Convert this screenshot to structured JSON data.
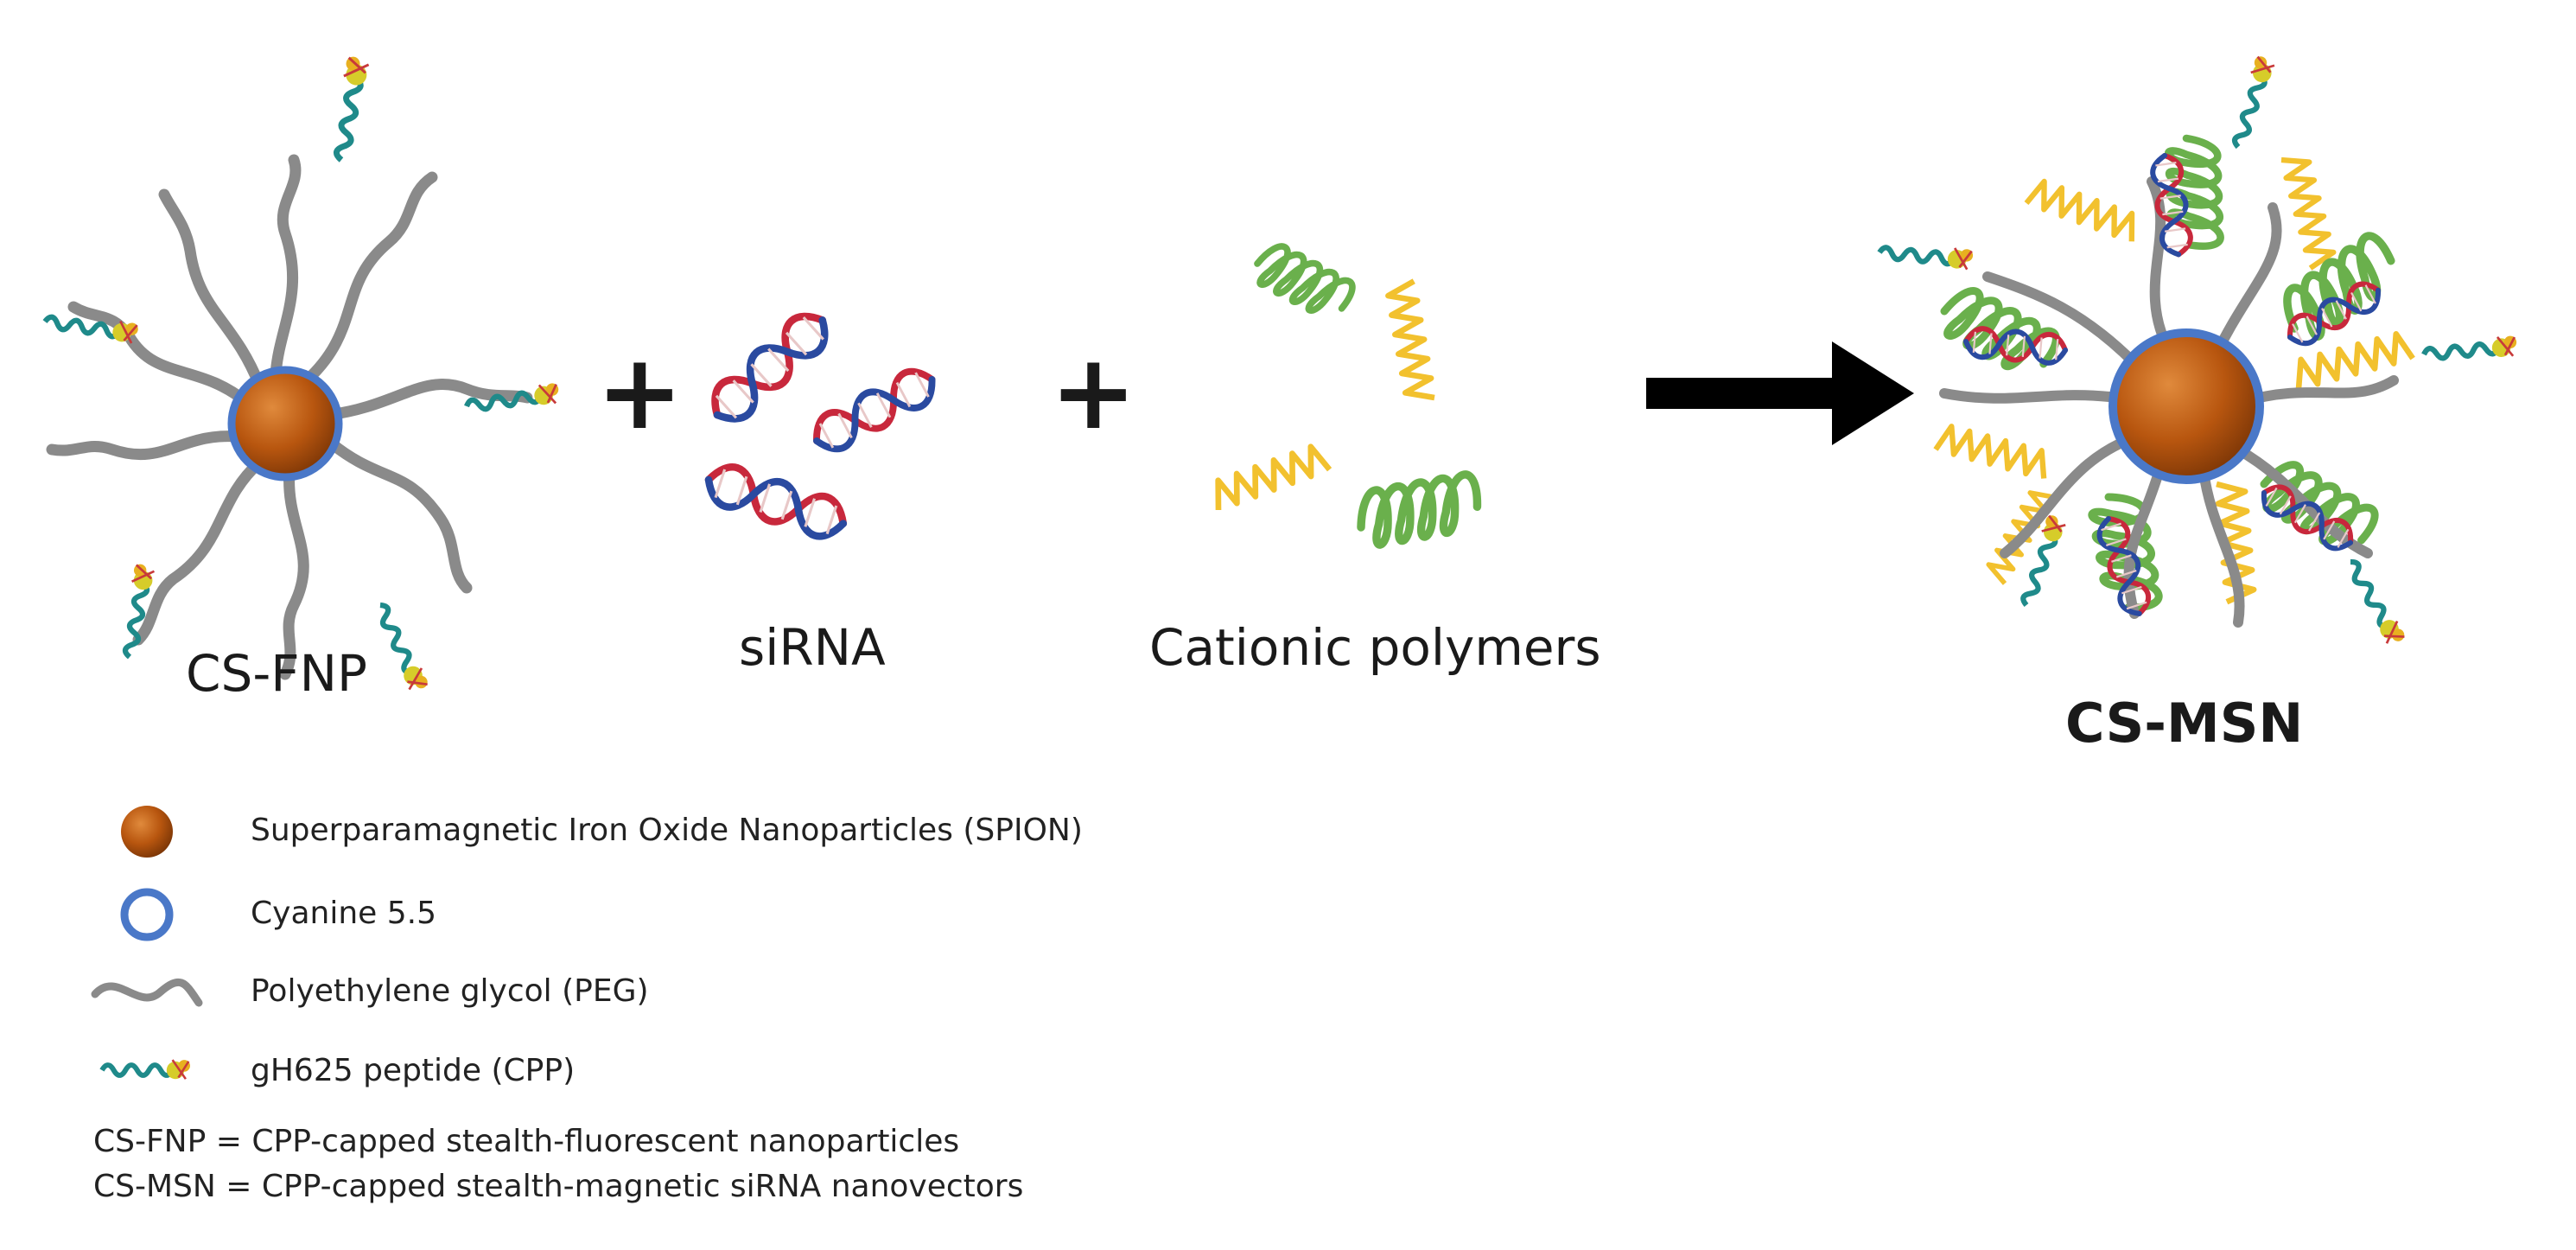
{
  "labels": {
    "cs_fnp": "CS-FNP",
    "sirna": "siRNA",
    "cationic": "Cationic polymers",
    "cs_msn": "CS-MSN",
    "plus": "+"
  },
  "legend": {
    "spion": "Superparamagnetic Iron Oxide Nanoparticles (SPION)",
    "cyanine": "Cyanine 5.5",
    "peg": "Polyethylene glycol (PEG)",
    "peptide": "gH625 peptide (CPP)"
  },
  "definitions": {
    "fnp": "CS-FNP = CPP-capped stealth-fluorescent nanoparticles",
    "msn": "CS-MSN = CPP-capped stealth-magnetic siRNA nanovectors"
  },
  "colors": {
    "spion": "#b8560f",
    "cyanine": "#4a78c8",
    "peg": "#8a8a8a",
    "cationic_green": "#6ab04c",
    "cationic_yellow": "#f2c12e",
    "rna_red": "#c8283c",
    "rna_blue": "#2a4aa0",
    "arrow": "#000000"
  },
  "icons": [
    "spion-sphere-icon",
    "cyanine-ring-icon",
    "peg-chain-icon",
    "peptide-icon",
    "sirna-helix-icon",
    "cationic-coil-icon",
    "reaction-arrow-icon"
  ]
}
